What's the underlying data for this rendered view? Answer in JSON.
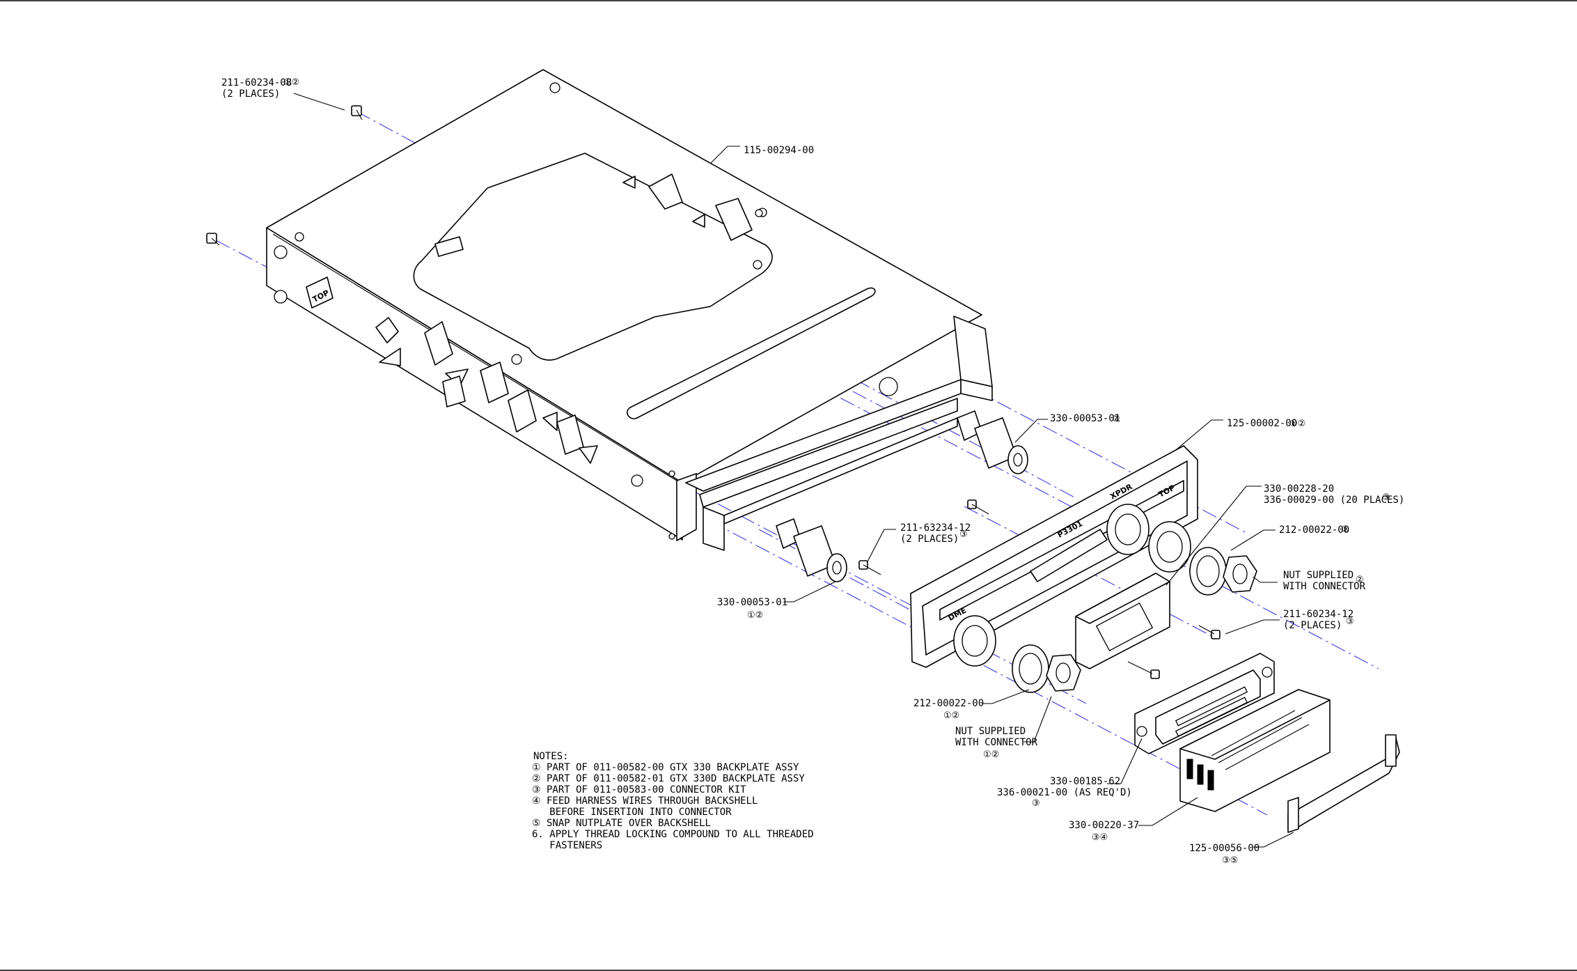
{
  "callouts": {
    "screw_top": {
      "part": "211-60234-08",
      "sym": "①②",
      "sub": "(2 PLACES)"
    },
    "tray": {
      "part": "115-00294-00"
    },
    "bnc_upper": {
      "part": "330-00053-01",
      "sym": "②"
    },
    "backplate": {
      "part": "125-00002-00",
      "sym": "①②"
    },
    "contacts": {
      "part": "330-00228-20",
      "line2": "336-00029-00 (20 PLACES)",
      "sym": "③"
    },
    "washer_right": {
      "part": "212-00022-00",
      "sym": "②"
    },
    "nut_right": {
      "line1": "NUT SUPPLIED",
      "line2": "WITH CONNECTOR",
      "sym": "②"
    },
    "screw_right": {
      "part": "211-60234-12",
      "sym": "③",
      "sub": "(2 PLACES)"
    },
    "screw_mid": {
      "part": "211-63234-12",
      "sym": "③",
      "sub": "(2 PLACES)"
    },
    "bnc_lower": {
      "part": "330-00053-01",
      "sym": "①②"
    },
    "washer_lower": {
      "part": "212-00022-00",
      "sym": "①②"
    },
    "nut_lower": {
      "line1": "NUT SUPPLIED",
      "line2": "WITH CONNECTOR",
      "sym": "①②"
    },
    "dsub": {
      "part": "330-00185-62",
      "line2": "336-00021-00 (AS REQ'D)",
      "sym": "③"
    },
    "backshell": {
      "part": "330-00220-37",
      "sym": "③④"
    },
    "nutplate": {
      "part": "125-00056-00",
      "sym": "③⑤"
    }
  },
  "etched": {
    "top_tray": "TOP",
    "top_plate": "TOP",
    "xpdr": "XPDR",
    "dme": "DME",
    "p3301": "P3301"
  },
  "notes": {
    "title": "NOTES:",
    "items": [
      "① PART OF 011-00582-00 GTX 330 BACKPLATE ASSY",
      "② PART OF 011-00582-01 GTX 330D BACKPLATE ASSY",
      "③ PART OF 011-00583-00 CONNECTOR KIT",
      "④ FEED HARNESS WIRES THROUGH BACKSHELL",
      "   BEFORE INSERTION INTO CONNECTOR",
      "⑤ SNAP NUTPLATE OVER BACKSHELL",
      "6. APPLY THREAD LOCKING COMPOUND TO ALL THREADED",
      "   FASTENERS"
    ]
  },
  "colors": {
    "centerline": "#4a4ae0",
    "linework": "#000000",
    "paper": "#ffffff"
  }
}
